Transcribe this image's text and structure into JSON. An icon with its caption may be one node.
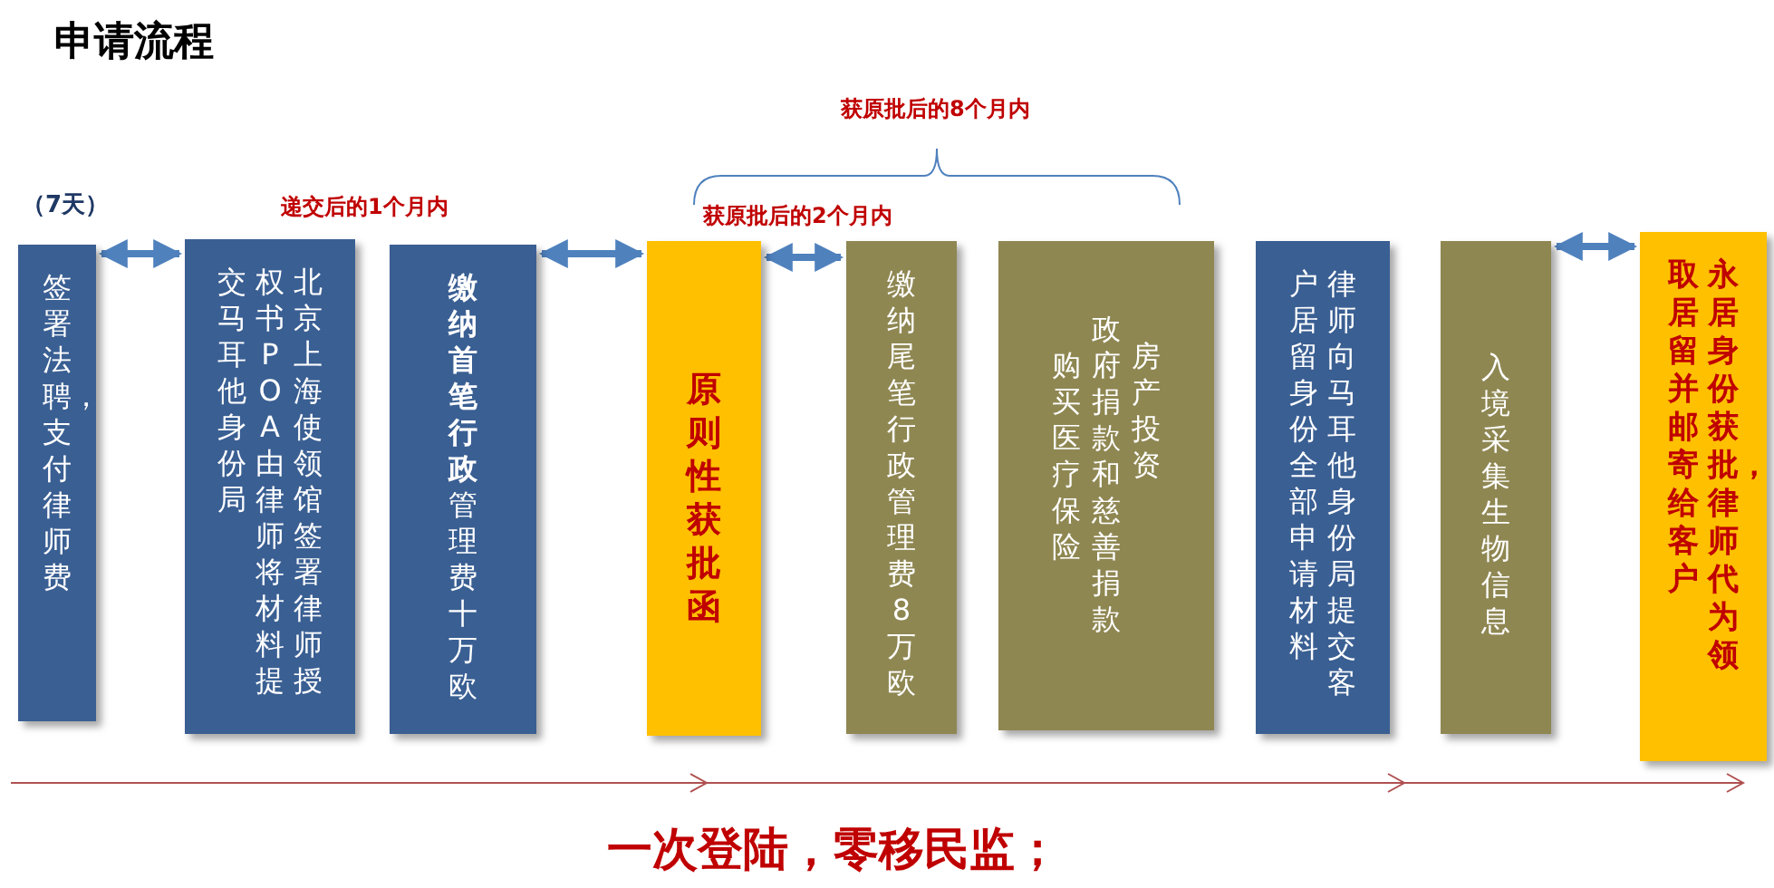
{
  "diagram": {
    "title": "申请流程",
    "nodes": [
      {
        "text": [
          "签署法聘，支付律师费"
        ]
      },
      {
        "text": [
          "北京上海使领馆签署律师授权书POA由律师将材料提交马耳他身份局"
        ]
      },
      {
        "text": [
          "**缴纳首笔行政**管理费十万欧"
        ]
      },
      {
        "text": [
          "原则性获批函"
        ]
      },
      {
        "text": [
          "缴纳尾笔行政管理费8万欧"
        ]
      },
      {
        "text": [
          "购买医疗保险",
          "政府捐款和慈善捐款",
          "房产投资"
        ]
      },
      {
        "text": [
          "律师向马耳他身份局提交客户居留身份全部申请材料"
        ]
      },
      {
        "text": [
          "入境采集生物信息"
        ]
      },
      {
        "text": [
          "永居身份获批，律师代为领取居留并邮寄给客户"
        ]
      }
    ],
    "edges": [
      {
        "from": 0,
        "to": 1,
        "arrow": "both"
      },
      {
        "from": 2,
        "to": 3,
        "arrow": "both"
      },
      {
        "from": 3,
        "to": 4,
        "arrow": "both"
      },
      {
        "from": 7,
        "to": 8,
        "arrow": "both"
      }
    ],
    "labels": [
      "（7天）",
      "递交后的1个月内",
      "获原批后的8个月内",
      "获原批后的2个月内",
      "一次登陆，零移民监；"
    ]
  }
}
